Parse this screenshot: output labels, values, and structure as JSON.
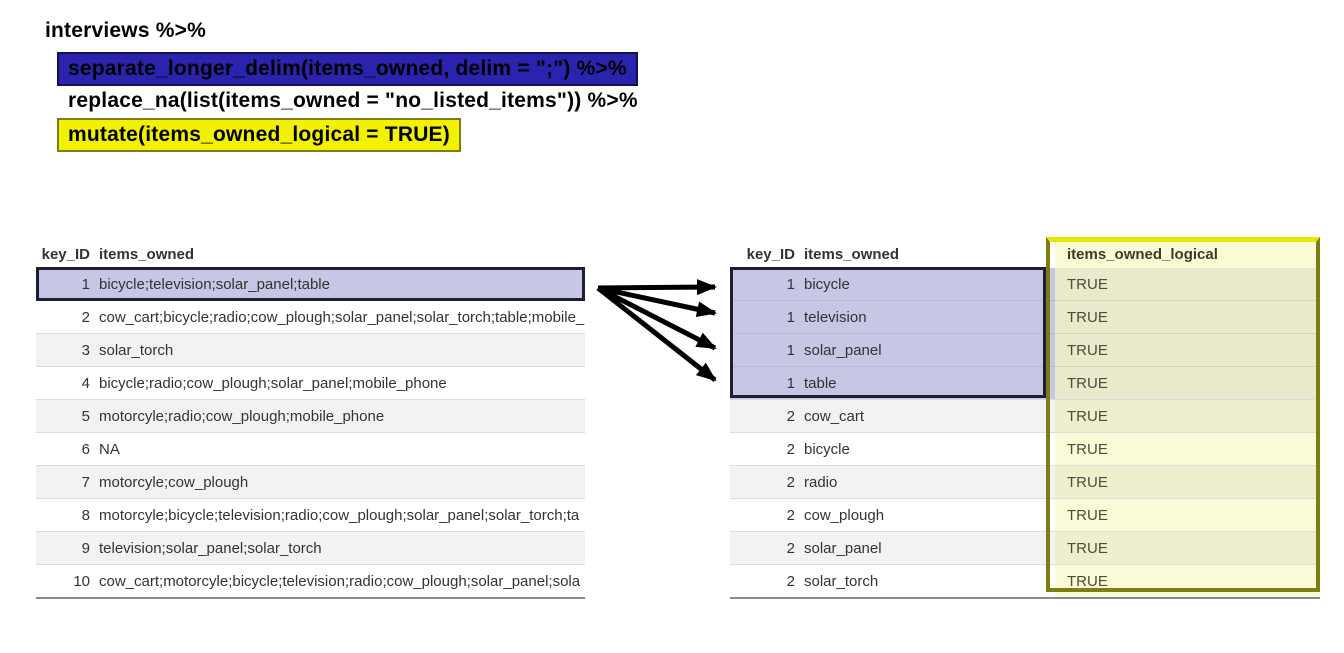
{
  "code_block": {
    "line1": "interviews %>%",
    "line2": "separate_longer_delim(items_owned, delim = \";\") %>%",
    "line3": "replace_na(list(items_owned = \"no_listed_items\")) %>%",
    "line4": "mutate(items_owned_logical = TRUE)"
  },
  "colors": {
    "blue_highlight": "#2a23ad",
    "blue_highlight_border": "#161052",
    "yellow_highlight": "#f2f200",
    "olive_border": "#7d7d12",
    "purple_row_highlight": "#c7c6e4",
    "dark_row_border": "#1d1d33",
    "stripe_gray": "#f2f2f2",
    "pale_yellow_column": "#fafad6",
    "table_text": "#333333"
  },
  "left_table": {
    "columns": [
      "key_ID",
      "items_owned"
    ],
    "rows": [
      {
        "key_ID": "1",
        "items_owned": "bicycle;television;solar_panel;table",
        "highlight": true
      },
      {
        "key_ID": "2",
        "items_owned": "cow_cart;bicycle;radio;cow_plough;solar_panel;solar_torch;table;mobile_"
      },
      {
        "key_ID": "3",
        "items_owned": "solar_torch"
      },
      {
        "key_ID": "4",
        "items_owned": "bicycle;radio;cow_plough;solar_panel;mobile_phone"
      },
      {
        "key_ID": "5",
        "items_owned": "motorcyle;radio;cow_plough;mobile_phone"
      },
      {
        "key_ID": "6",
        "items_owned": "NA"
      },
      {
        "key_ID": "7",
        "items_owned": "motorcyle;cow_plough"
      },
      {
        "key_ID": "8",
        "items_owned": "motorcyle;bicycle;television;radio;cow_plough;solar_panel;solar_torch;ta"
      },
      {
        "key_ID": "9",
        "items_owned": "television;solar_panel;solar_torch"
      },
      {
        "key_ID": "10",
        "items_owned": "cow_cart;motorcyle;bicycle;television;radio;cow_plough;solar_panel;sola"
      }
    ]
  },
  "right_table": {
    "columns": [
      "key_ID",
      "items_owned",
      "items_owned_logical"
    ],
    "rows": [
      {
        "key_ID": "1",
        "items_owned": "bicycle",
        "items_owned_logical": "TRUE",
        "highlight": true
      },
      {
        "key_ID": "1",
        "items_owned": "television",
        "items_owned_logical": "TRUE",
        "highlight": true
      },
      {
        "key_ID": "1",
        "items_owned": "solar_panel",
        "items_owned_logical": "TRUE",
        "highlight": true
      },
      {
        "key_ID": "1",
        "items_owned": "table",
        "items_owned_logical": "TRUE",
        "highlight": true
      },
      {
        "key_ID": "2",
        "items_owned": "cow_cart",
        "items_owned_logical": "TRUE"
      },
      {
        "key_ID": "2",
        "items_owned": "bicycle",
        "items_owned_logical": "TRUE"
      },
      {
        "key_ID": "2",
        "items_owned": "radio",
        "items_owned_logical": "TRUE"
      },
      {
        "key_ID": "2",
        "items_owned": "cow_plough",
        "items_owned_logical": "TRUE"
      },
      {
        "key_ID": "2",
        "items_owned": "solar_panel",
        "items_owned_logical": "TRUE"
      },
      {
        "key_ID": "2",
        "items_owned": "solar_torch",
        "items_owned_logical": "TRUE"
      }
    ]
  }
}
